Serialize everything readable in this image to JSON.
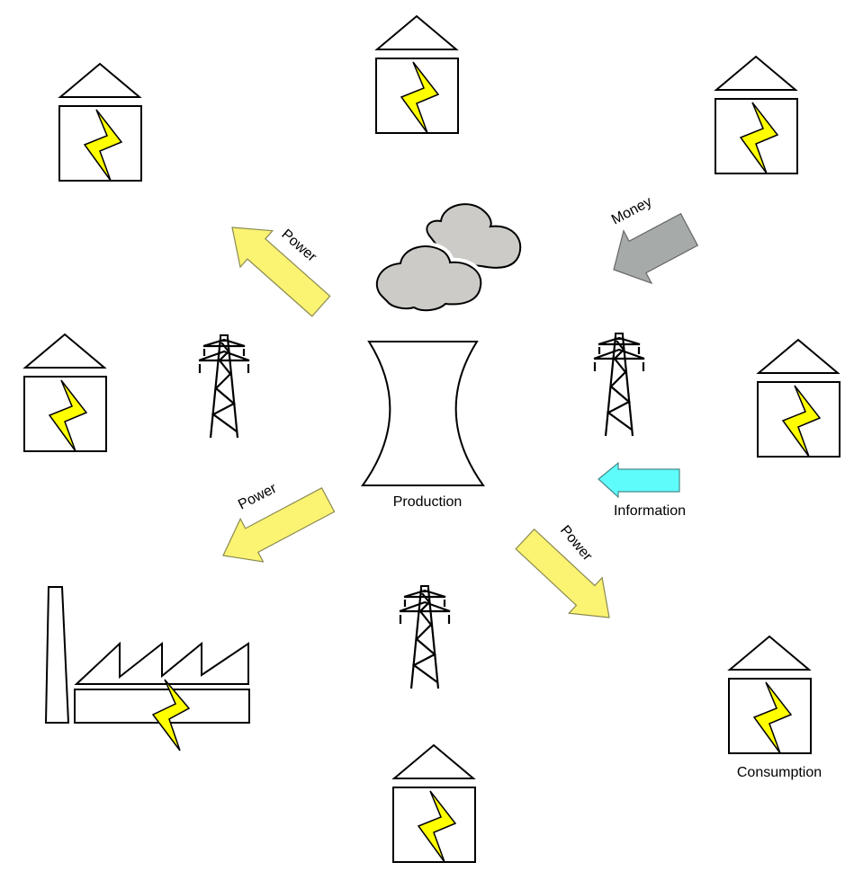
{
  "labels": {
    "production": "Production",
    "consumption": "Consumption",
    "power_top_left": "Power",
    "power_left": "Power",
    "power_bottom_right": "Power",
    "money": "Money",
    "information": "Information"
  },
  "colors": {
    "power_arrow": "#fbf372",
    "money_arrow": "#a6aaa9",
    "information_arrow": "#5ffcfc",
    "bolt": "#ffff00",
    "cloud": "#cccbc7"
  },
  "icons": [
    "house-icon",
    "lightning-bolt-icon",
    "power-pylon-icon",
    "cooling-tower-icon",
    "cloud-icon",
    "factory-icon",
    "arrow-icon"
  ]
}
